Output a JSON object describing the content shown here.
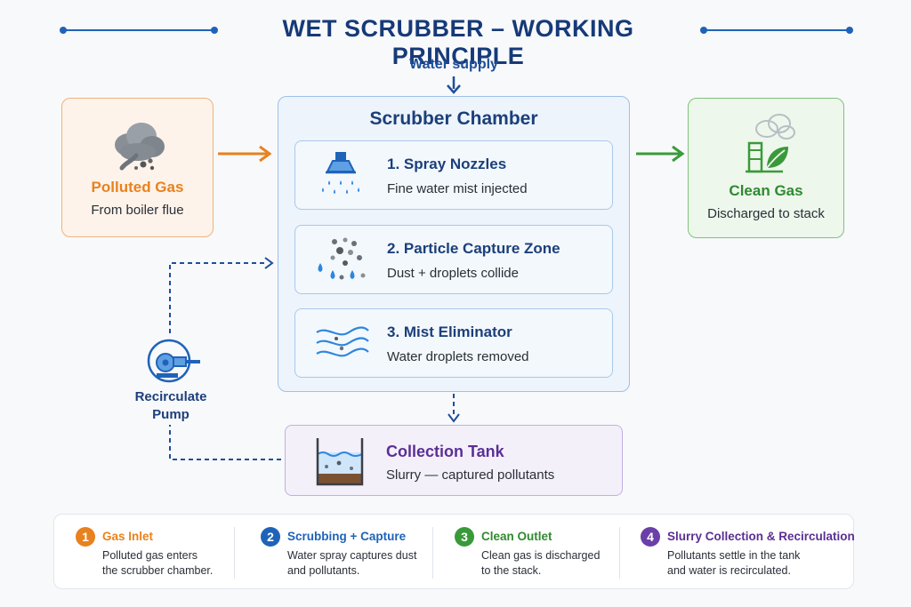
{
  "title": "WET SCRUBBER – WORKING PRINCIPLE",
  "water_supply": "Water supply",
  "polluted": {
    "title": "Polluted Gas",
    "subtitle": "From boiler flue"
  },
  "clean": {
    "title": "Clean Gas",
    "subtitle": "Discharged to stack"
  },
  "chamber": {
    "title": "Scrubber Chamber",
    "stages": [
      {
        "title": "1. Spray Nozzles",
        "desc": "Fine water mist injected"
      },
      {
        "title": "2. Particle Capture Zone",
        "desc": "Dust + droplets collide"
      },
      {
        "title": "3. Mist Eliminator",
        "desc": "Water droplets removed"
      }
    ]
  },
  "tank": {
    "title": "Collection Tank",
    "desc": "Slurry — captured pollutants"
  },
  "pump": {
    "line1": "Recirculate",
    "line2": "Pump"
  },
  "legend": [
    {
      "num": "1",
      "title": "Gas Inlet",
      "line1": "Polluted gas enters",
      "line2": "the scrubber chamber.",
      "color": "#e8821e"
    },
    {
      "num": "2",
      "title": "Scrubbing + Capture",
      "line1": "Water spray captures dust",
      "line2": "and pollutants.",
      "color": "#1f63b8"
    },
    {
      "num": "3",
      "title": "Clean Outlet",
      "line1": "Clean gas is discharged",
      "line2": "to the stack.",
      "color": "#3a9a3a"
    },
    {
      "num": "4",
      "title": "Slurry Collection & Recirculation",
      "line1": "Pollutants settle in the tank",
      "line2": "and water is recirculated.",
      "color": "#6a3fa8"
    }
  ],
  "colors": {
    "orange": "#e8821e",
    "blue": "#1f63b8",
    "green": "#3a9a3a",
    "purple": "#6a3fa8",
    "navy": "#163a78"
  },
  "icons": [
    "smoke-cloud-icon",
    "factory-leaf-icon",
    "spray-nozzle-icon",
    "particle-droplets-icon",
    "mist-waves-icon",
    "tank-icon",
    "pump-icon"
  ]
}
